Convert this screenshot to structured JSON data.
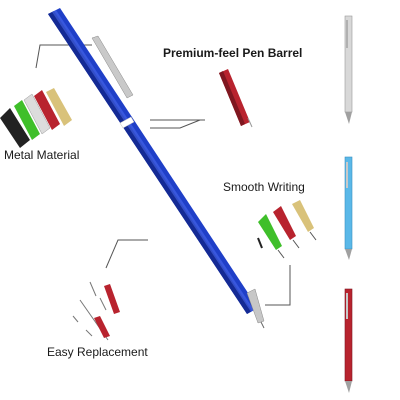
{
  "labels": {
    "barrel": "Premium-feel Pen Barrel",
    "metal": "Metal Material",
    "smooth": "Smooth Writing",
    "replace": "Easy Replacement"
  },
  "colors": {
    "main_pen": "#1f3fc8",
    "main_pen_dark": "#142a94",
    "silver": "#d8d8d8",
    "light_blue": "#5ab8e8",
    "red": "#b8232e",
    "green": "#3fbf2a",
    "gold": "#d9c27a",
    "leader_line": "#555555"
  },
  "icons": [
    "blue-pen-icon",
    "silver-pen-icon",
    "lightblue-pen-icon",
    "red-pen-icon",
    "color-swatches-icon",
    "pen-tips-icon",
    "refill-parts-icon",
    "red-barrel-icon"
  ]
}
